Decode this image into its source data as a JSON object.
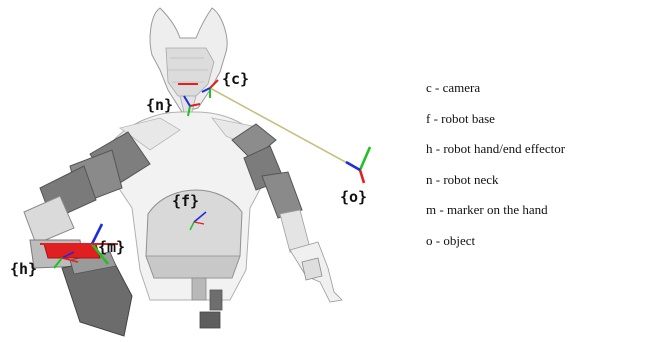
{
  "frame_labels": {
    "c": "{c}",
    "n": "{n}",
    "f": "{f}",
    "m": "{m}",
    "h": "{h}",
    "o": "{o}"
  },
  "legend": [
    "c - camera",
    "f - robot base",
    "h - robot hand/end effector",
    "n - robot neck",
    "m - marker on the hand",
    "o - object"
  ],
  "colors": {
    "axis_x": "#e0201a",
    "axis_y": "#22c022",
    "axis_z": "#1a2be0",
    "camera_ray": "#c8c080",
    "marker": "#e02020",
    "robot_light": "#e6e6e6",
    "robot_dark": "#7a7a7a"
  }
}
